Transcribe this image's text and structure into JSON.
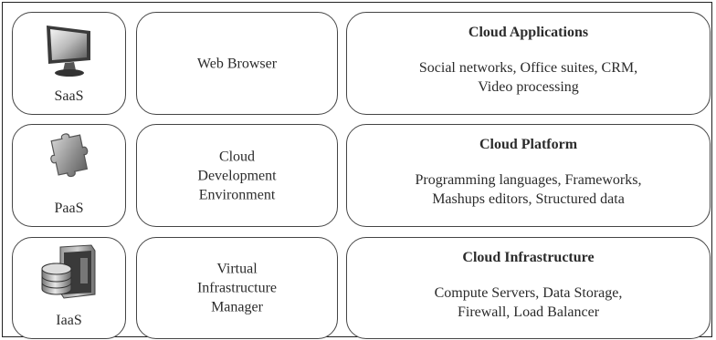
{
  "layers": [
    {
      "icon": "monitor-icon",
      "label": "SaaS",
      "middle": [
        "Web Browser"
      ],
      "title": "Cloud Applications",
      "desc": [
        "Social networks, Office suites, CRM,",
        "Video processing"
      ]
    },
    {
      "icon": "puzzle-piece-icon",
      "label": "PaaS",
      "middle": [
        "Cloud",
        "Development",
        "Environment"
      ],
      "title": "Cloud Platform",
      "desc": [
        "Programming languages, Frameworks,",
        "Mashups editors, Structured data"
      ]
    },
    {
      "icon": "server-database-icon",
      "label": "IaaS",
      "middle": [
        "Virtual",
        "Infrastructure",
        "Manager"
      ],
      "title": "Cloud Infrastructure",
      "desc": [
        "Compute Servers, Data Storage,",
        "Firewall, Load Balancer"
      ]
    }
  ]
}
